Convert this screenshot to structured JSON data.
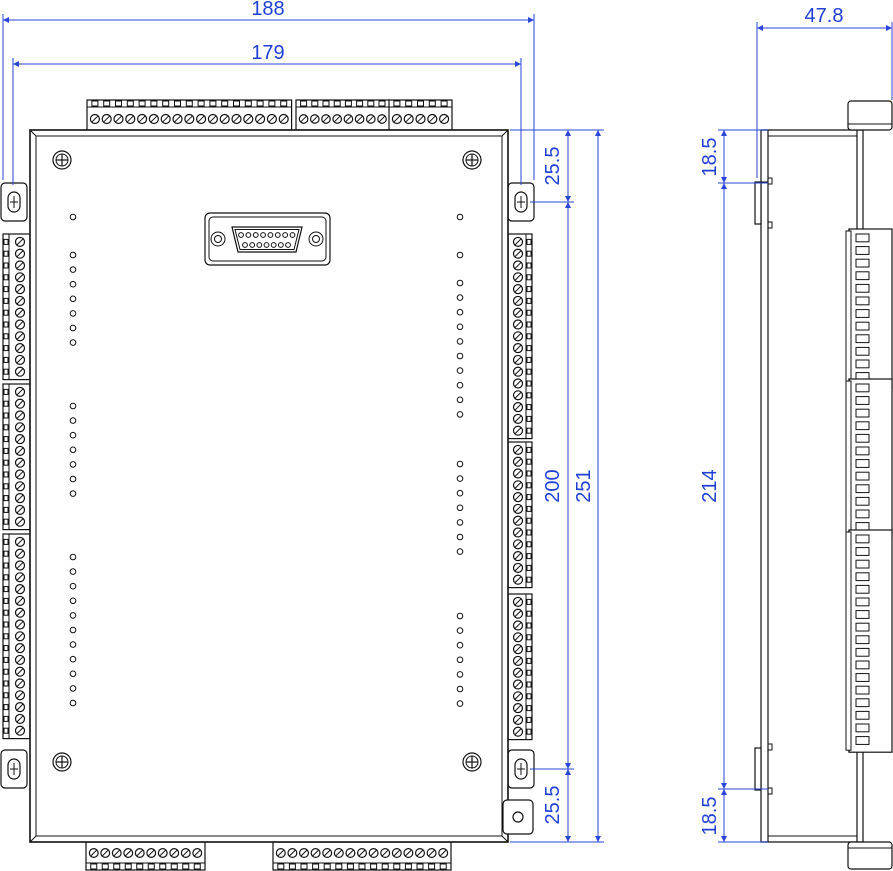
{
  "dimensions": {
    "overall_width": "188",
    "mount_hole_spacing": "179",
    "depth": "47.8",
    "top_offset": "25.5",
    "bottom_offset": "25.5",
    "hole_vertical_spacing": "200",
    "overall_height": "251",
    "side_top_offset": "18.5",
    "side_body_height": "214",
    "side_bottom_offset": "18.5"
  },
  "colors": {
    "dimension": "#1f3fd6",
    "outline": "#111111",
    "background": "#ffffff"
  },
  "icons": {
    "mount_tab": "slotted-screw-tab",
    "corner_screw": "phillips-screw",
    "serial_port": "db15-connector",
    "terminal": "screw-terminal"
  }
}
